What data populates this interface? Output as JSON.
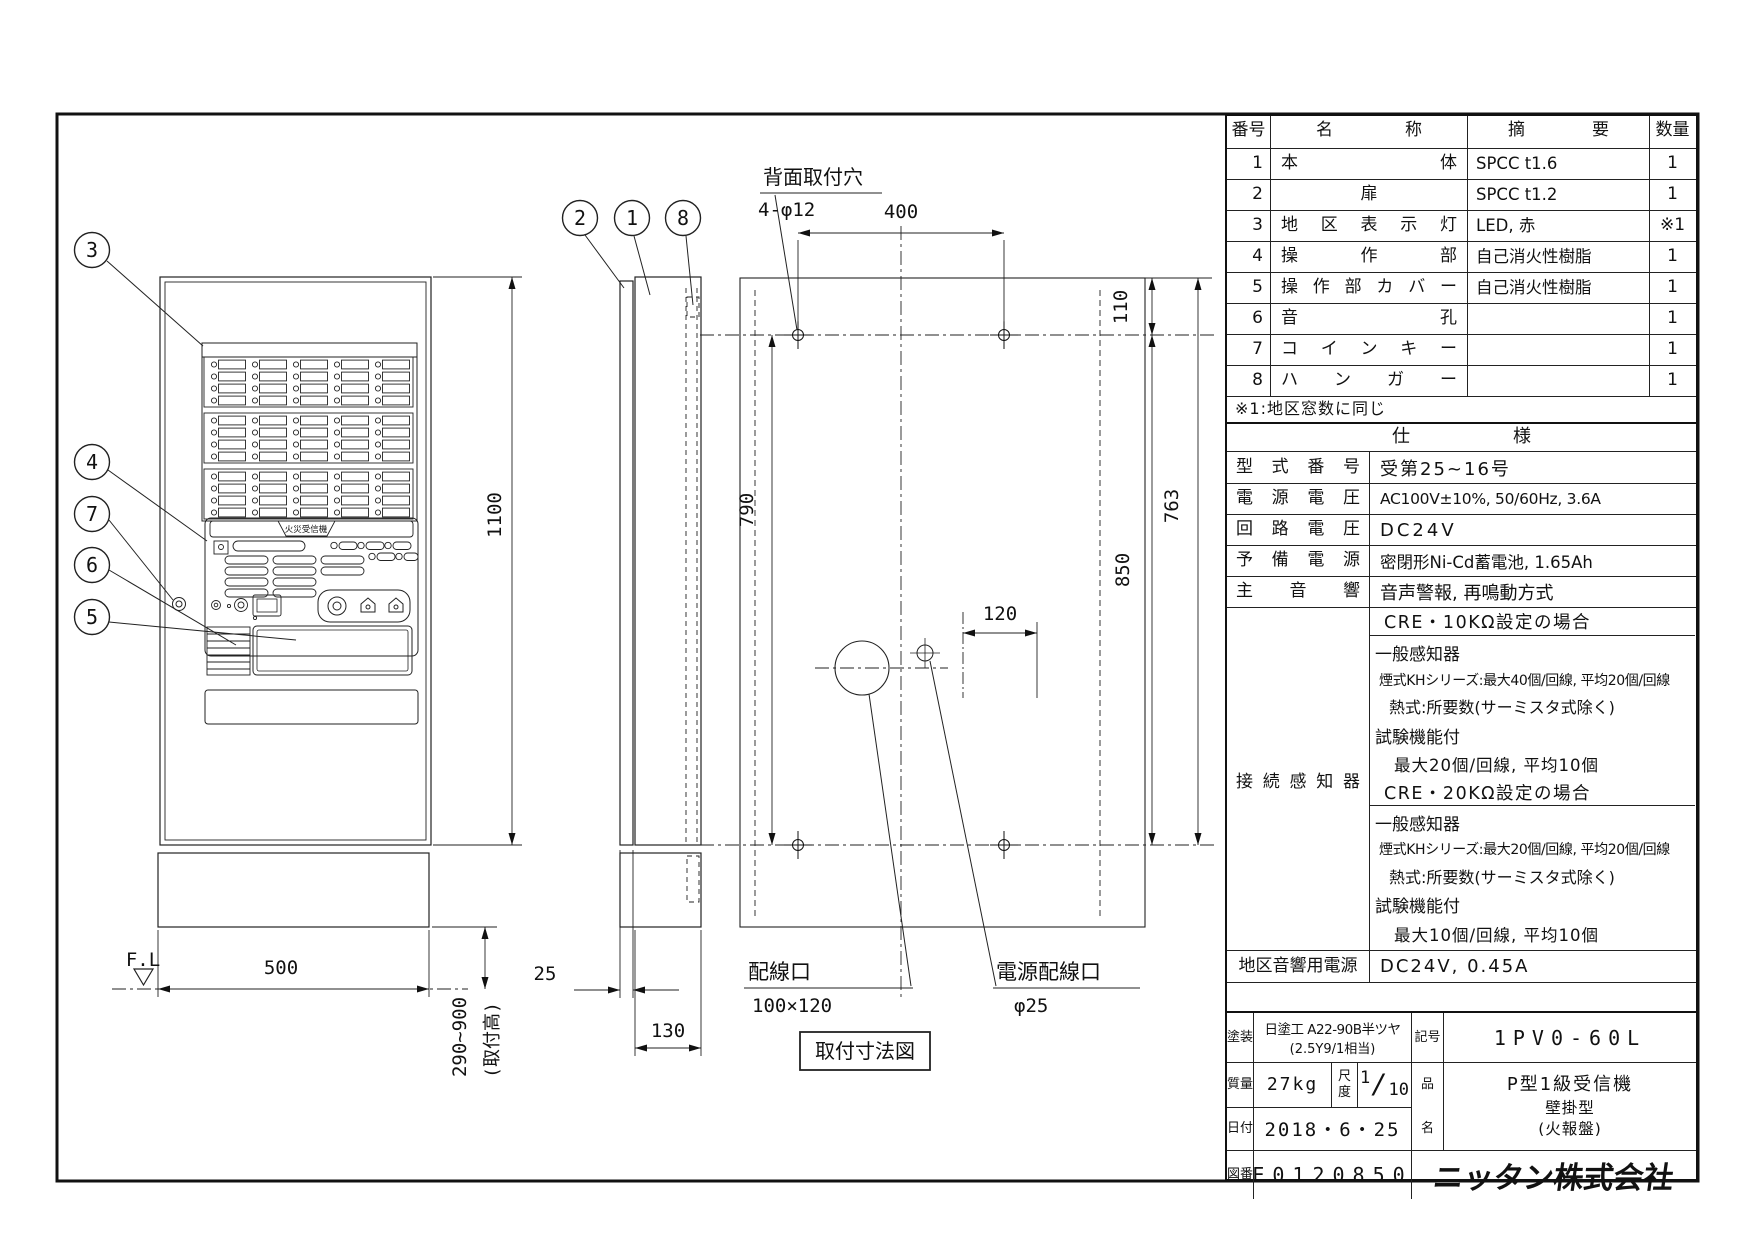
{
  "parts_table": {
    "headers": {
      "no": "番号",
      "name": "名 称",
      "spec": "摘 要",
      "qty": "数量"
    },
    "rows": [
      {
        "no": "1",
        "name": "本 体",
        "spec": "SPCC t1.6",
        "qty": "1"
      },
      {
        "no": "2",
        "name": "扉",
        "spec": "SPCC t1.2",
        "qty": "1"
      },
      {
        "no": "3",
        "name": "地 区 表 示 灯",
        "spec": "LED, 赤",
        "qty": "※1"
      },
      {
        "no": "4",
        "name": "操 作 部",
        "spec": "自己消火性樹脂",
        "qty": "1"
      },
      {
        "no": "5",
        "name": "操 作 部 カ バ ー",
        "spec": "自己消火性樹脂",
        "qty": "1"
      },
      {
        "no": "6",
        "name": "音 孔",
        "spec": "",
        "qty": "1"
      },
      {
        "no": "7",
        "name": "コ イ ン キ ー",
        "spec": "",
        "qty": "1"
      },
      {
        "no": "8",
        "name": "ハ ン ガ ー",
        "spec": "",
        "qty": "1"
      }
    ],
    "note": "※1:地区窓数に同じ"
  },
  "spec_table": {
    "title": "仕 様",
    "rows": [
      {
        "label": "型 式 番 号",
        "value": "受第25~16号"
      },
      {
        "label": "電 源 電 圧",
        "value": "AC100V±10%, 50/60Hz, 3.6A"
      },
      {
        "label": "回 路 電 圧",
        "value": "DC24V"
      },
      {
        "label": "予 備 電 源",
        "value": "密閉形Ni-Cd蓄電池, 1.65Ah"
      },
      {
        "label": "主 音 響",
        "value": "音声警報, 再鳴動方式"
      }
    ],
    "sensor": {
      "label": "接 続 感 知 器",
      "case1_header": "CRE・10KΩ設定の場合",
      "case1_lines": [
        "一般感知器",
        "煙式KHシリーズ:最大40個/回線, 平均20個/回線",
        "熱式:所要数(サーミスタ式除く)",
        "試験機能付",
        "最大20個/回線, 平均10個"
      ],
      "case2_header": "CRE・20KΩ設定の場合",
      "case2_lines": [
        "一般感知器",
        "煙式KHシリーズ:最大20個/回線, 平均20個/回線",
        "熱式:所要数(サーミスタ式除く)",
        "試験機能付",
        "最大10個/回線, 平均10個"
      ]
    },
    "district": {
      "label": "地区音響用電源",
      "value": "DC24V, 0.45A"
    }
  },
  "title_block": {
    "paint_label": "塗装",
    "paint_line1": "日塗工 A22-90B半ツヤ",
    "paint_line2": "(2.5Y9/1相当)",
    "symbol_label": "記号",
    "symbol_value": "1PV0-60L",
    "mass_label": "質量",
    "mass_value": "27kg",
    "scale_label": "尺度",
    "scale_num": "1",
    "scale_slash": "/",
    "scale_den": "10",
    "item_label_1": "品",
    "item_label_2": "名",
    "item_line1": "P型1級受信機",
    "item_line2": "壁掛型",
    "item_line3": "(火報盤)",
    "date_label": "日付",
    "date_value": "2018・6・25",
    "dwg_label": "図番",
    "dwg_value": "E0120850",
    "company": "ニッタン株式会社"
  },
  "drawing": {
    "callouts": {
      "c1": "1",
      "c2": "2",
      "c3": "3",
      "c4": "4",
      "c5": "5",
      "c6": "6",
      "c7": "7",
      "c8": "8"
    },
    "front": {
      "panel_plate": "火災受信機",
      "dim_width": "500",
      "dim_height": "1100",
      "dim_mount": "290~900",
      "dim_mount_note": "(取付高)",
      "fl": "F.L"
    },
    "side": {
      "dim_door": "25",
      "dim_depth": "130"
    },
    "mount": {
      "title": "取付寸法図",
      "hole_note1": "背面取付穴",
      "hole_note2": "4-φ12",
      "dim_400": "400",
      "dim_110": "110",
      "dim_790": "790",
      "dim_763": "763",
      "dim_850": "850",
      "dim_120": "120",
      "wiring1": "配線口",
      "wiring1_size": "100×120",
      "wiring2": "電源配線口",
      "wiring2_size": "φ25"
    }
  }
}
